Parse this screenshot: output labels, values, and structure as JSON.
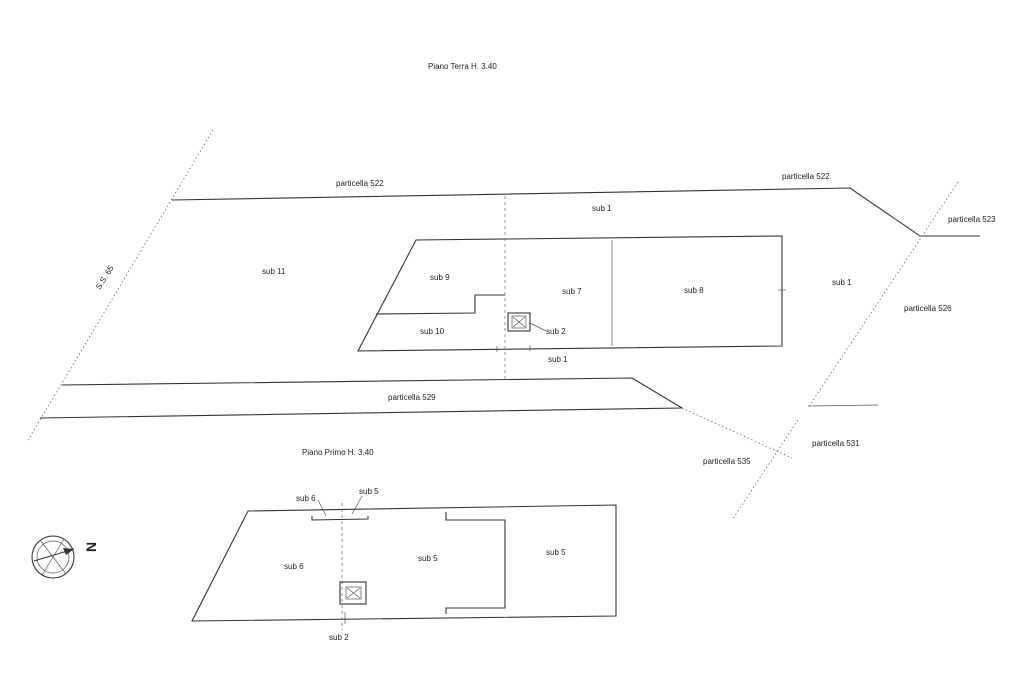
{
  "ground_floor": {
    "title": "Piano Terra H. 3.40",
    "labels": {
      "particella_522_left": "particella 522",
      "particella_522_right": "particella 522",
      "particella_523": "particella 523",
      "particella_526": "particella 526",
      "particella_529": "particella 529",
      "particella_531": "particella 531",
      "particella_535": "particella 535",
      "road": "S.S. 65",
      "sub_1_top": "sub 1",
      "sub_1_right": "sub 1",
      "sub_1_bottom": "sub 1",
      "sub_11": "sub 11",
      "sub_9": "sub 9",
      "sub_7": "sub 7",
      "sub_8": "sub 8",
      "sub_10": "sub 10",
      "sub_2": "sub 2"
    }
  },
  "first_floor": {
    "title": "Piano Primo H. 3.40",
    "labels": {
      "sub_6_top": "sub 6",
      "sub_5_top": "sub 5",
      "sub_6_left": "sub 6",
      "sub_5_center": "sub 5",
      "sub_5_right": "sub 5",
      "sub_2": "sub 2"
    }
  },
  "compass": {
    "north_label": "N"
  }
}
